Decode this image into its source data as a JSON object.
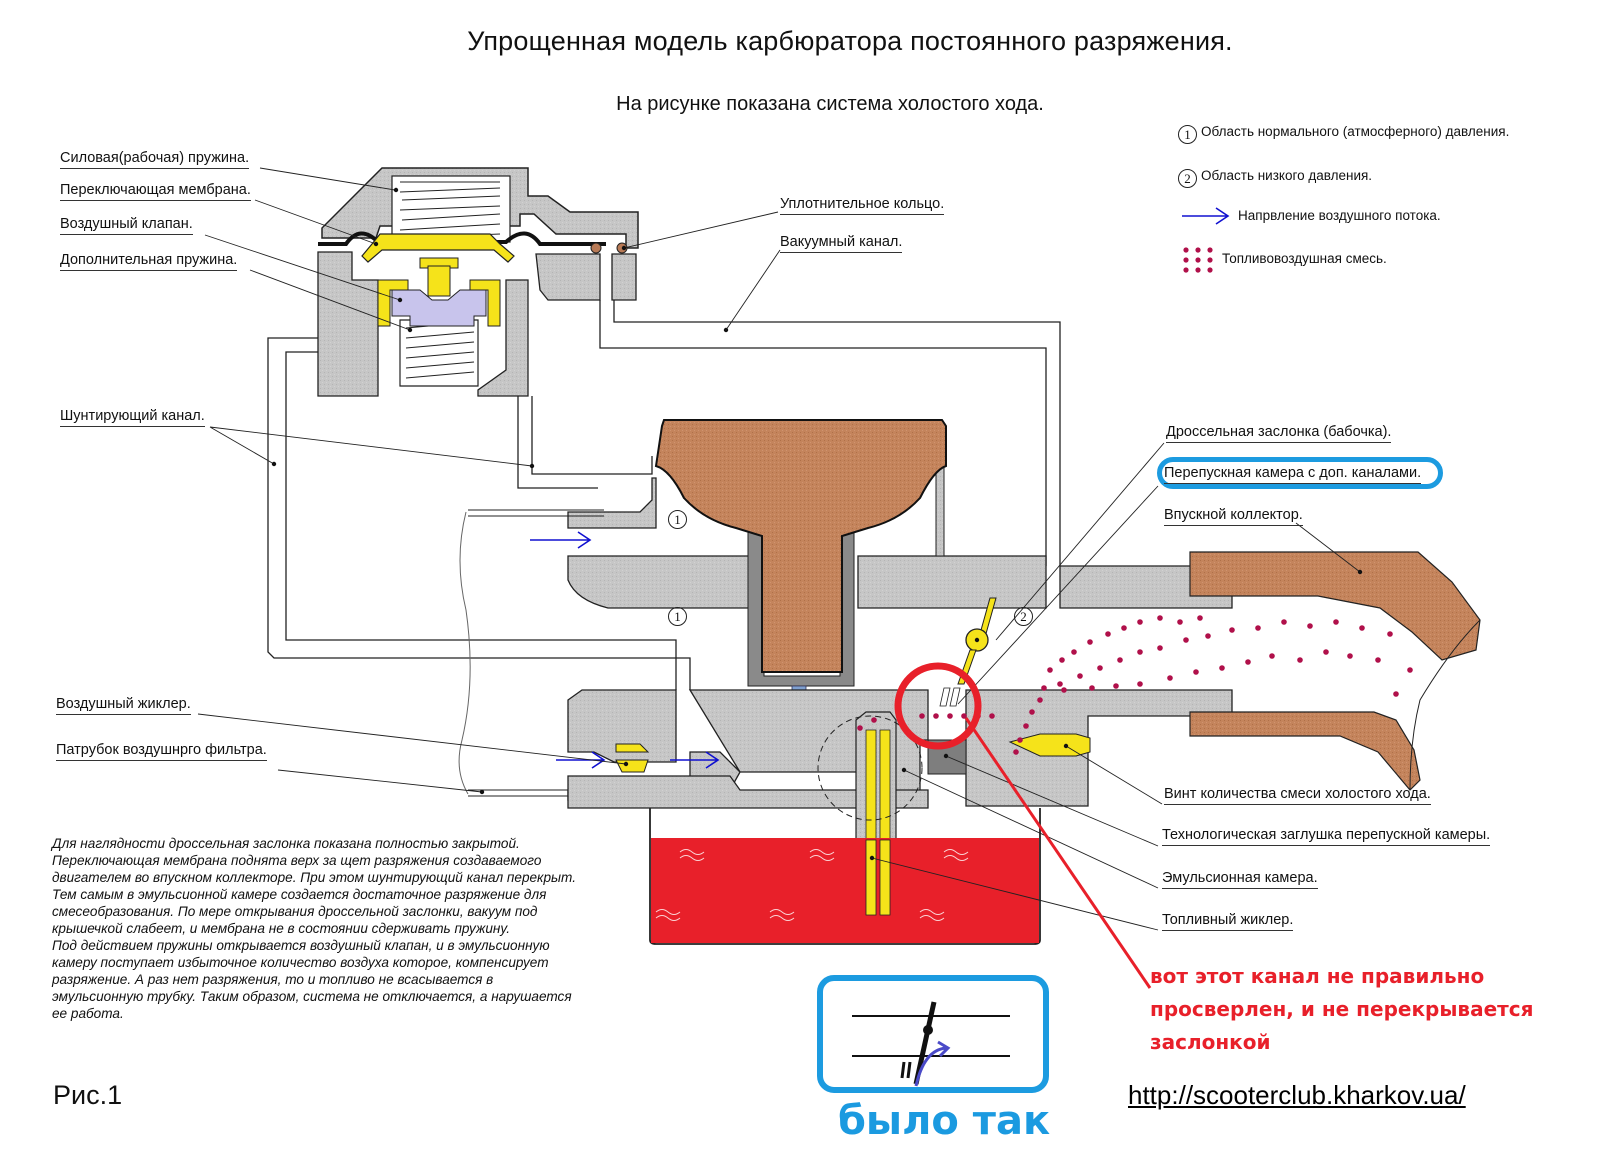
{
  "header": {
    "title": "Упрощенная модель карбюратора постоянного разряжения.",
    "subtitle": "На рисунке показана система холостого хода."
  },
  "legend": {
    "items": [
      {
        "symbol": "circled-1",
        "glyph": "1",
        "text": "Область нормального (атмосферного) давления."
      },
      {
        "symbol": "circled-2",
        "glyph": "2",
        "text": "Область низкого давления."
      },
      {
        "symbol": "blue-arrow",
        "text": "Напрвление воздушного потока."
      },
      {
        "symbol": "purple-dots",
        "text": "Топливовоздушная смесь."
      }
    ]
  },
  "labels_left": [
    "Силовая(рабочая) пружина.",
    "Переключающая мембрана.",
    "Воздушный клапан.",
    "Дополнительная пружина.",
    "Шунтирующий канал.",
    "Воздушный жиклер.",
    "Патрубок воздушнрго фильтра."
  ],
  "labels_center": [
    "Уплотнительное кольцо.",
    "Вакуумный канал."
  ],
  "labels_right": [
    "Дроссельная заслонка (бабочка).",
    "Перепускная камера с доп. каналами.",
    "Впускной коллектор.",
    "Винт количества смеси холостого хода.",
    "Технологическая заглушка перепускной камеры.",
    "Эмульсионная камера.",
    "Топливный жиклер."
  ],
  "region_markers": [
    "1",
    "1",
    "2"
  ],
  "description": "Для наглядности дроссельная заслонка показана полностью закрытой.\nПереключающая мембрана поднята верх за щет разряжения создаваемого\nдвигателем во впускном коллекторе. При этом шунтирующий канал перекрыт.\nТем самым в эмульсионной камере создается достаточное разряжение для\nсмесеобразования. По мере открывания дроссельной заслонки, вакуум под\nкрышечкой слабеет, и мембрана не в состоянии сдерживать пружину.\nПод действием пружины открывается воздушный клапан, и в эмульсионную\nкамеру поступает избыточное количество воздуха которое, компенсирует\nразряжение. А раз нет разряжения, то и топливо не всасывается в\nэмульсионную трубку. Таким образом, система не отключается, а нарушается\nее работа.",
  "annotation": {
    "text": "вот этот канал не правильно\nпросверлен, и не перекрывается\nзаслонкой",
    "inset_caption": "было так"
  },
  "footer": {
    "figure_label": "Рис.1",
    "url": "http://scooterclub.kharkov.ua/"
  },
  "colors": {
    "body_gray": "#c4c4c4",
    "brass_yellow": "#f5e31a",
    "piston_brown": "#c3825a",
    "fuel_red": "#e8202a",
    "membrane_lavender": "#c8c4ec",
    "mixture_dots": "#b0104a",
    "air_arrow": "#1010d0",
    "annotation_red": "#e8202a",
    "highlight_blue": "#1c9be0"
  }
}
